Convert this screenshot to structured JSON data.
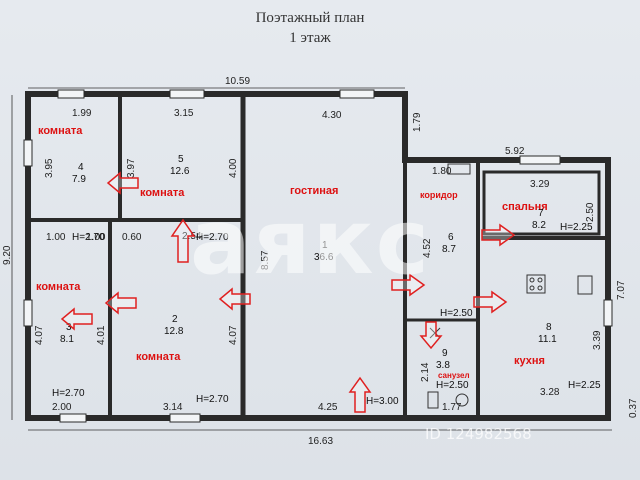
{
  "plan": {
    "title_line1": "Поэтажный план",
    "title_line2": "1 этаж"
  },
  "dimensions": {
    "top_total": "10.59",
    "bottom_total": "16.63",
    "left_total": "9.20",
    "top_r4": "1.99",
    "top_r5": "3.15",
    "top_living": "4.30",
    "right_step": "1.79",
    "top_right": "5.92",
    "top_corr": "1.80",
    "left_r4": "3.95",
    "r4_r5_wall": "3.97",
    "r5_right": "4.00",
    "mid_a": "1.00",
    "mid_b": "1.00",
    "mid_c": "0.60",
    "mid_d": "2.54",
    "living_left": "8.57",
    "left_r3": "4.07",
    "r3_right": "4.01",
    "r2_right": "4.07",
    "bottom_r3": "2.00",
    "bottom_r2": "3.14",
    "bottom_living": "4.25",
    "corr_height": "4.52",
    "bath_height": "2.14",
    "bath_width": "1.77",
    "r7_top": "3.29",
    "r7_right": "2.50",
    "kitchen_right": "3.39",
    "kitchen_bottom": "3.28",
    "far_right": "7.07",
    "far_right_small": "0.37"
  },
  "rooms": {
    "r4": {
      "label": "комната",
      "num": "4",
      "area": "7.9",
      "h": "H=2.70"
    },
    "r5": {
      "label": "комната",
      "num": "5",
      "area": "12.6",
      "h": "H=2.70"
    },
    "r3": {
      "label": "комната",
      "num": "3",
      "area": "8.1",
      "h": "H=2.70"
    },
    "r2": {
      "label": "комната",
      "num": "2",
      "area": "12.8",
      "h": "H=2.70"
    },
    "r1": {
      "label": "гостиная",
      "num": "1",
      "area": "36.6",
      "h": "H=3.00"
    },
    "r6": {
      "label": "коридор",
      "num": "6",
      "area": "8.7",
      "h": "H=2.50"
    },
    "r7": {
      "label": "спальня",
      "num": "7",
      "area": "8.2",
      "h": "H=2.25"
    },
    "r8": {
      "label": "кухня",
      "num": "8",
      "area": "11.1",
      "h": "H=2.25"
    },
    "r9": {
      "label": "санузел",
      "num": "9",
      "area": "3.8",
      "h": "H=2.50"
    }
  },
  "watermark": {
    "brand": "аякс",
    "id_text": "ID 124982568"
  },
  "colors": {
    "wall": "#2a2a2a",
    "arrow_red": "#e02020",
    "room_red": "#d11111"
  }
}
